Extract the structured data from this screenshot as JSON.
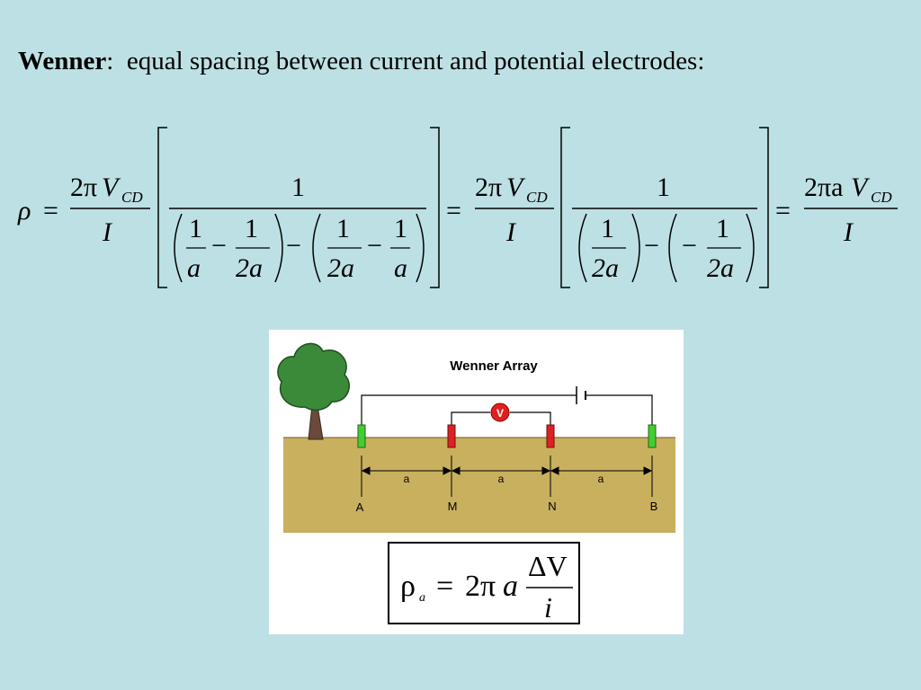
{
  "heading": {
    "term": "Wenner",
    "colon": ":",
    "description": "equal spacing between current and potential electrodes:"
  },
  "equation": {
    "rho": "ρ",
    "equals": "=",
    "two_pi": "2π",
    "V": "V",
    "CD": "CD",
    "I": "I",
    "one": "1",
    "a": "a",
    "two_a": "2a",
    "minus": "−",
    "two_pi_a": "2πa"
  },
  "diagram": {
    "title": "Wenner Array",
    "voltmeter": "V",
    "spacing_labels": [
      "a",
      "a",
      "a"
    ],
    "electrode_labels": [
      "A",
      "M",
      "N",
      "B"
    ],
    "colors": {
      "current_electrode": "#44cc33",
      "potential_electrode": "#dd2222",
      "soil": "#c9b05e",
      "tree_canopy": "#3a8a3a",
      "trunk": "#6b4a3a"
    }
  },
  "boxed_formula": {
    "rho": "ρ",
    "subscript": "a",
    "equals": "=",
    "two_pi": "2π",
    "a": "a",
    "numerator": "ΔV",
    "denominator": "i"
  }
}
